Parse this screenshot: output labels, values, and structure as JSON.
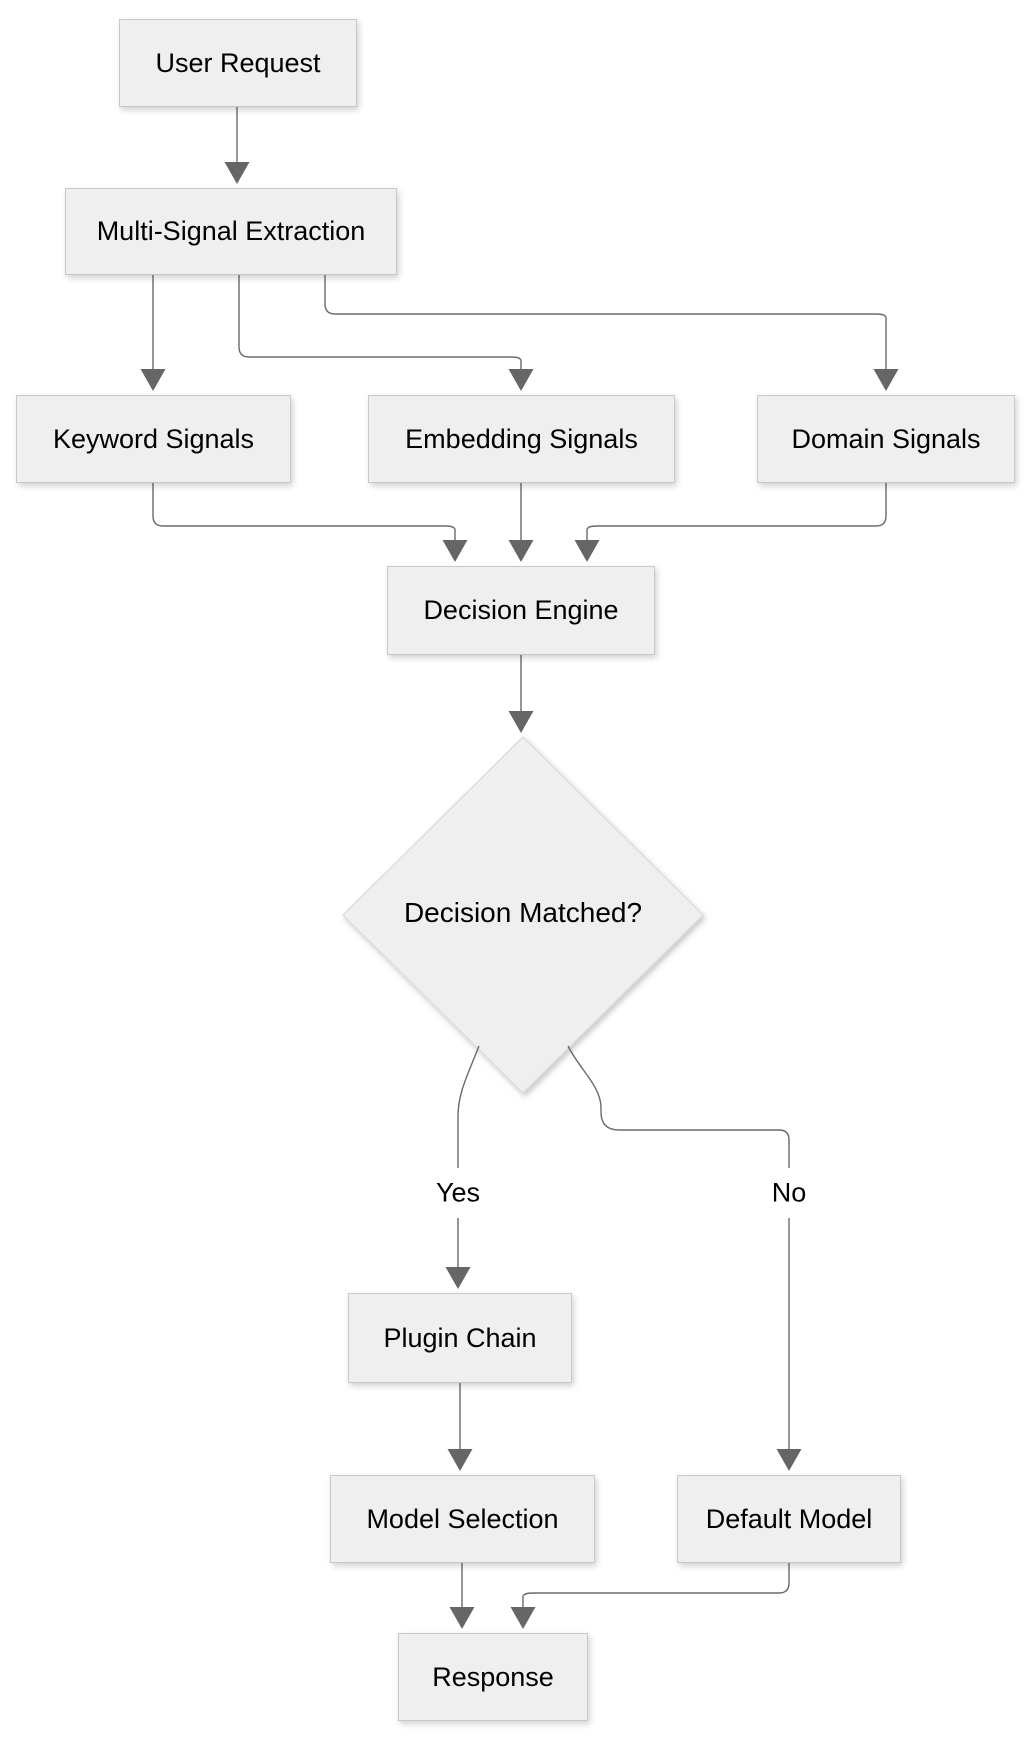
{
  "diagram": {
    "title": "model routing flowchart",
    "background_color": "#ffffff",
    "node_fill_color": "#efefef",
    "node_border_color": "#c8c8c8",
    "edge_color": "#6a6a6a",
    "arrowhead_color": "#666666",
    "text_color": "#000000",
    "nodes": {
      "user_request": {
        "label": "User Request",
        "shape": "rectangle"
      },
      "multi_signal": {
        "label": "Multi-Signal Extraction",
        "shape": "rectangle"
      },
      "keyword": {
        "label": "Keyword Signals",
        "shape": "rectangle"
      },
      "embedding": {
        "label": "Embedding Signals",
        "shape": "rectangle"
      },
      "domain": {
        "label": "Domain Signals",
        "shape": "rectangle"
      },
      "decision_engine": {
        "label": "Decision Engine",
        "shape": "rectangle"
      },
      "decision_matched": {
        "label": "Decision Matched?",
        "shape": "diamond"
      },
      "plugin_chain": {
        "label": "Plugin Chain",
        "shape": "rectangle"
      },
      "model_selection": {
        "label": "Model Selection",
        "shape": "rectangle"
      },
      "default_model": {
        "label": "Default Model",
        "shape": "rectangle"
      },
      "response": {
        "label": "Response",
        "shape": "rectangle"
      }
    },
    "edge_labels": {
      "yes": "Yes",
      "no": "No"
    },
    "edges": [
      {
        "from": "user_request",
        "to": "multi_signal",
        "label": ""
      },
      {
        "from": "multi_signal",
        "to": "keyword",
        "label": ""
      },
      {
        "from": "multi_signal",
        "to": "embedding",
        "label": ""
      },
      {
        "from": "multi_signal",
        "to": "domain",
        "label": ""
      },
      {
        "from": "keyword",
        "to": "decision_engine",
        "label": ""
      },
      {
        "from": "embedding",
        "to": "decision_engine",
        "label": ""
      },
      {
        "from": "domain",
        "to": "decision_engine",
        "label": ""
      },
      {
        "from": "decision_engine",
        "to": "decision_matched",
        "label": ""
      },
      {
        "from": "decision_matched",
        "to": "plugin_chain",
        "label": "Yes"
      },
      {
        "from": "decision_matched",
        "to": "default_model",
        "label": "No"
      },
      {
        "from": "plugin_chain",
        "to": "model_selection",
        "label": ""
      },
      {
        "from": "model_selection",
        "to": "response",
        "label": ""
      },
      {
        "from": "default_model",
        "to": "response",
        "label": ""
      }
    ]
  }
}
